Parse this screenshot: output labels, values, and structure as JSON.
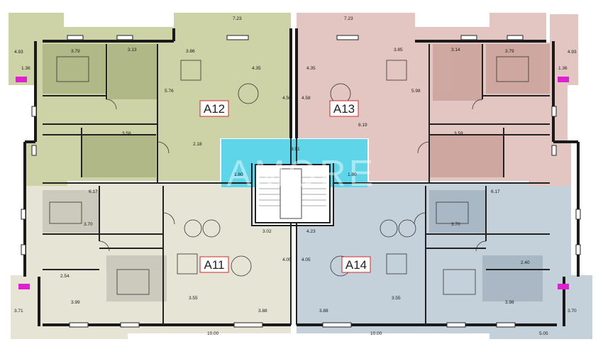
{
  "plan": {
    "units": [
      {
        "id": "A12",
        "label": "A12",
        "color": "#cdd3a6"
      },
      {
        "id": "A13",
        "label": "A13",
        "color": "#e3c6c1"
      },
      {
        "id": "A11",
        "label": "A11",
        "color": "#e6e4d5"
      },
      {
        "id": "A14",
        "label": "A14",
        "color": "#c5d1da"
      }
    ],
    "stair_color": "#5fd5ea",
    "watermark": "AMORE",
    "dimensions": {
      "top_left": "7.23",
      "top_right": "7.23",
      "a12_width": "4.35",
      "a13_width": "4.35",
      "a12_room": "3.86",
      "a13_room": "3.85",
      "bed_tl": "3.79",
      "bed_tr": "3.79",
      "bed_tl2": "3.13",
      "bed_tr2": "3.14",
      "balcony_l": "1.36",
      "balcony_r": "1.36",
      "corridor": "8.91",
      "stair_w": "3.02",
      "stair_w2": "4.23",
      "a11_room": "3.55",
      "a14_room": "3.55",
      "bottom_left": "10.00",
      "bottom_right": "10.00",
      "bottom_right2": "5.05",
      "a11_kitchen": "3.88",
      "a14_kitchen": "3.88",
      "mid_l": "6.17",
      "mid_r": "6.17",
      "bed_bl": "3.99",
      "bed_br": "3.98",
      "hall_l": "3.70",
      "hall_r": "3.70",
      "bath_l": "2.54",
      "bath_r": "2.40",
      "a12_depth": "5.76",
      "a13_depth": "5.98",
      "a12_h": "4.56",
      "a13_h": "4.58",
      "a11_h": "4.05",
      "a14_h": "4.05",
      "a13_mid": "8.19",
      "a12_mid": "2.18",
      "lobby_l": "1.80",
      "lobby_r": "1.80",
      "small_l": "3.58",
      "small_r": "3.59",
      "bal_h_l": "4.93",
      "bal_h_r": "4.93",
      "bal_b_l": "3.71",
      "bal_b_r": "3.70"
    }
  }
}
